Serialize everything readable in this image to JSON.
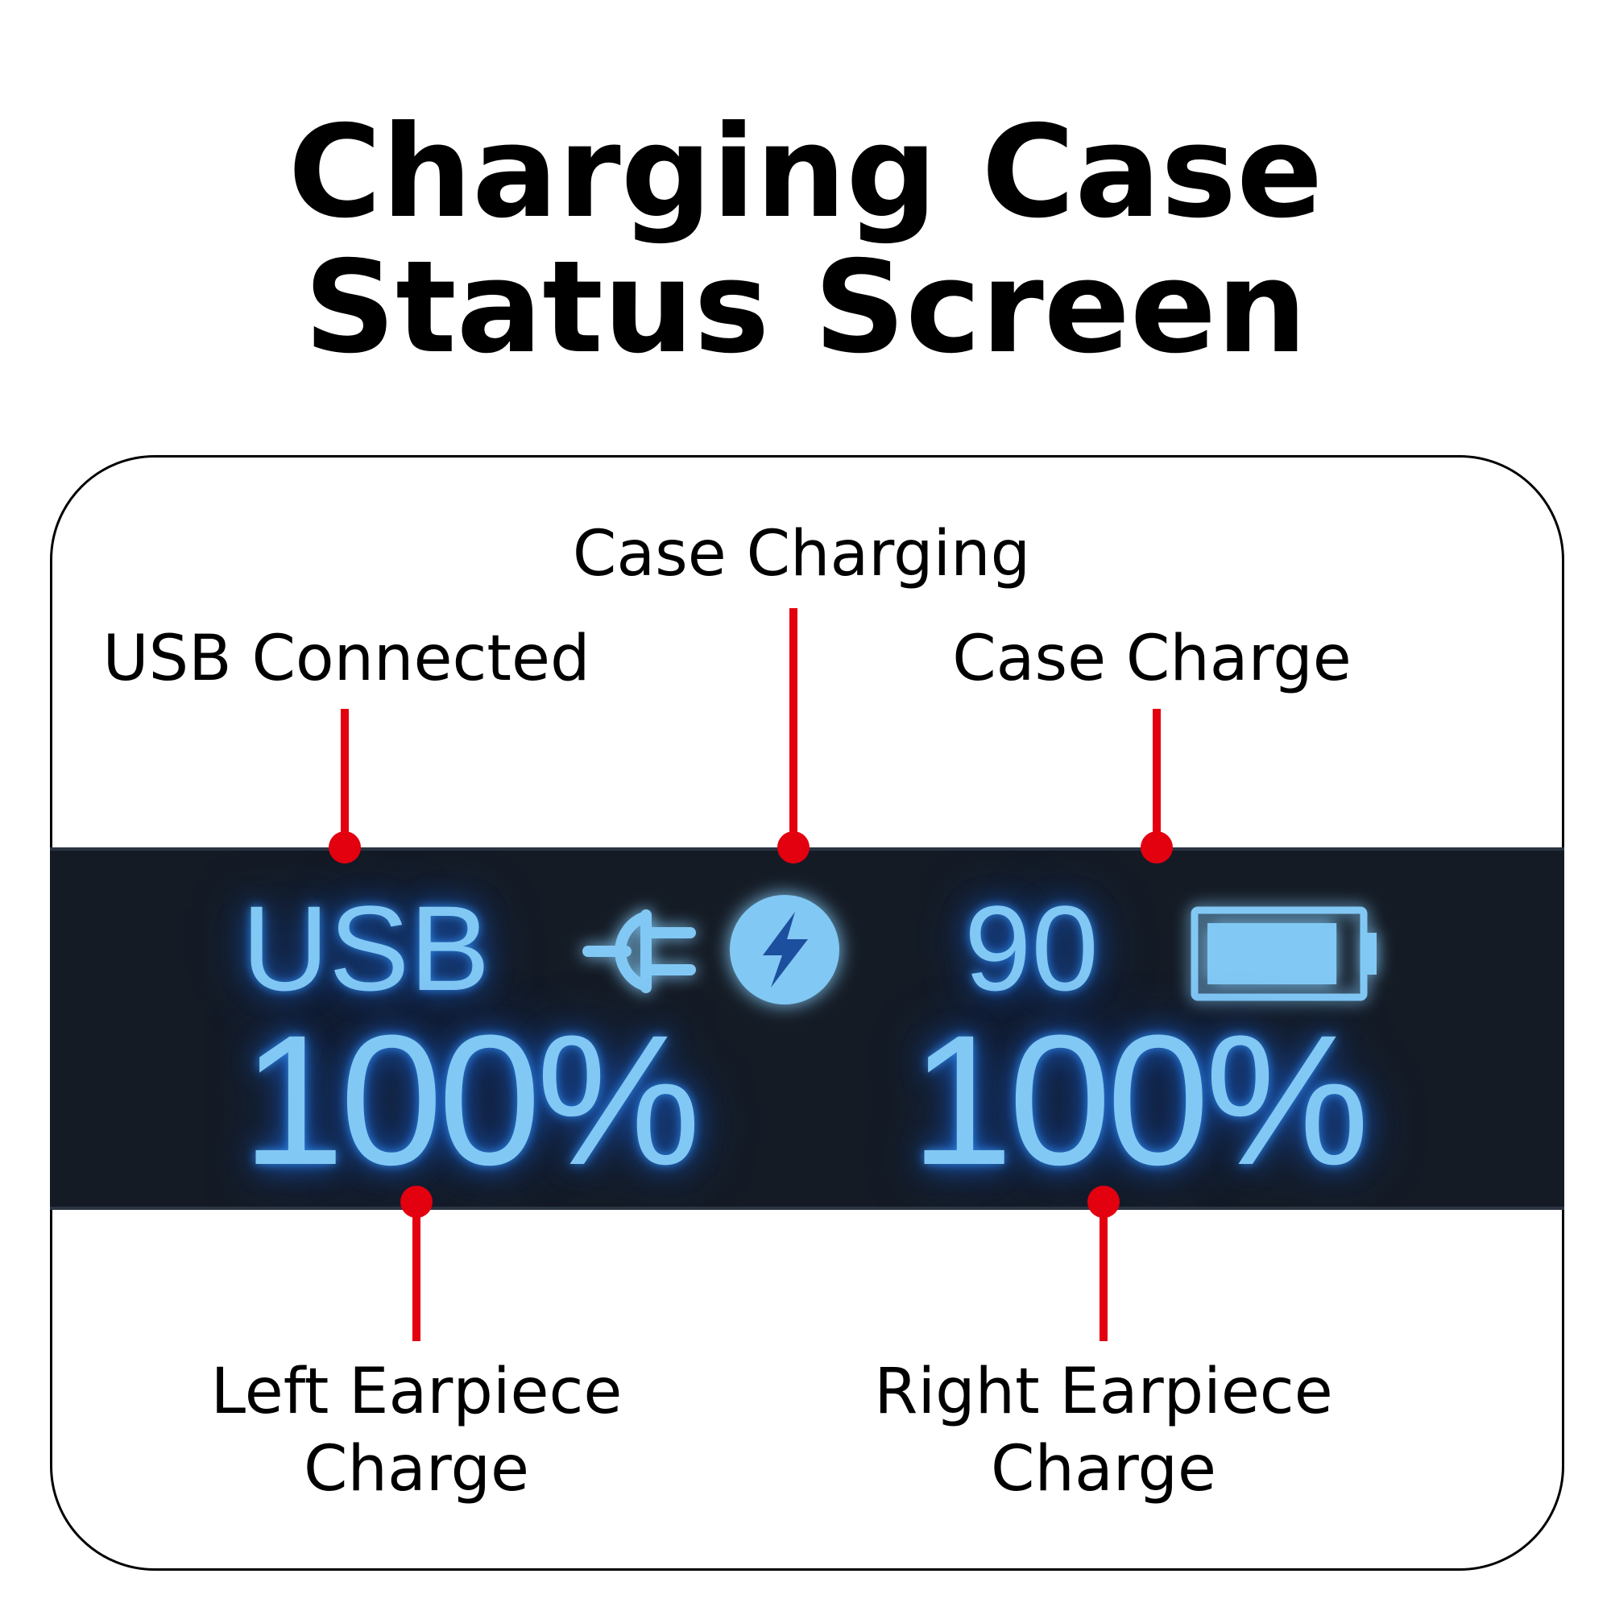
{
  "title": {
    "line1": "Charging Case",
    "line2": "Status Screen"
  },
  "labels": {
    "case_charging": "Case Charging",
    "usb_connected": "USB Connected",
    "case_charge": "Case Charge",
    "left_earpiece": {
      "line1": "Left Earpiece",
      "line2": "Charge"
    },
    "right_earpiece": {
      "line1": "Right Earpiece",
      "line2": "Charge"
    }
  },
  "display": {
    "usb_text": "USB",
    "case_charge_value": "90",
    "case_battery_level": 0.72,
    "left_charge": "100%",
    "right_charge": "100%",
    "icons": [
      "plug-icon",
      "lightning-bolt-icon",
      "battery-icon"
    ]
  },
  "colors": {
    "annotation_red": "#e3000f",
    "screen_bg": "#141b25",
    "glow_text": "#82c8f4",
    "glow_blue": "#2e86e6"
  }
}
